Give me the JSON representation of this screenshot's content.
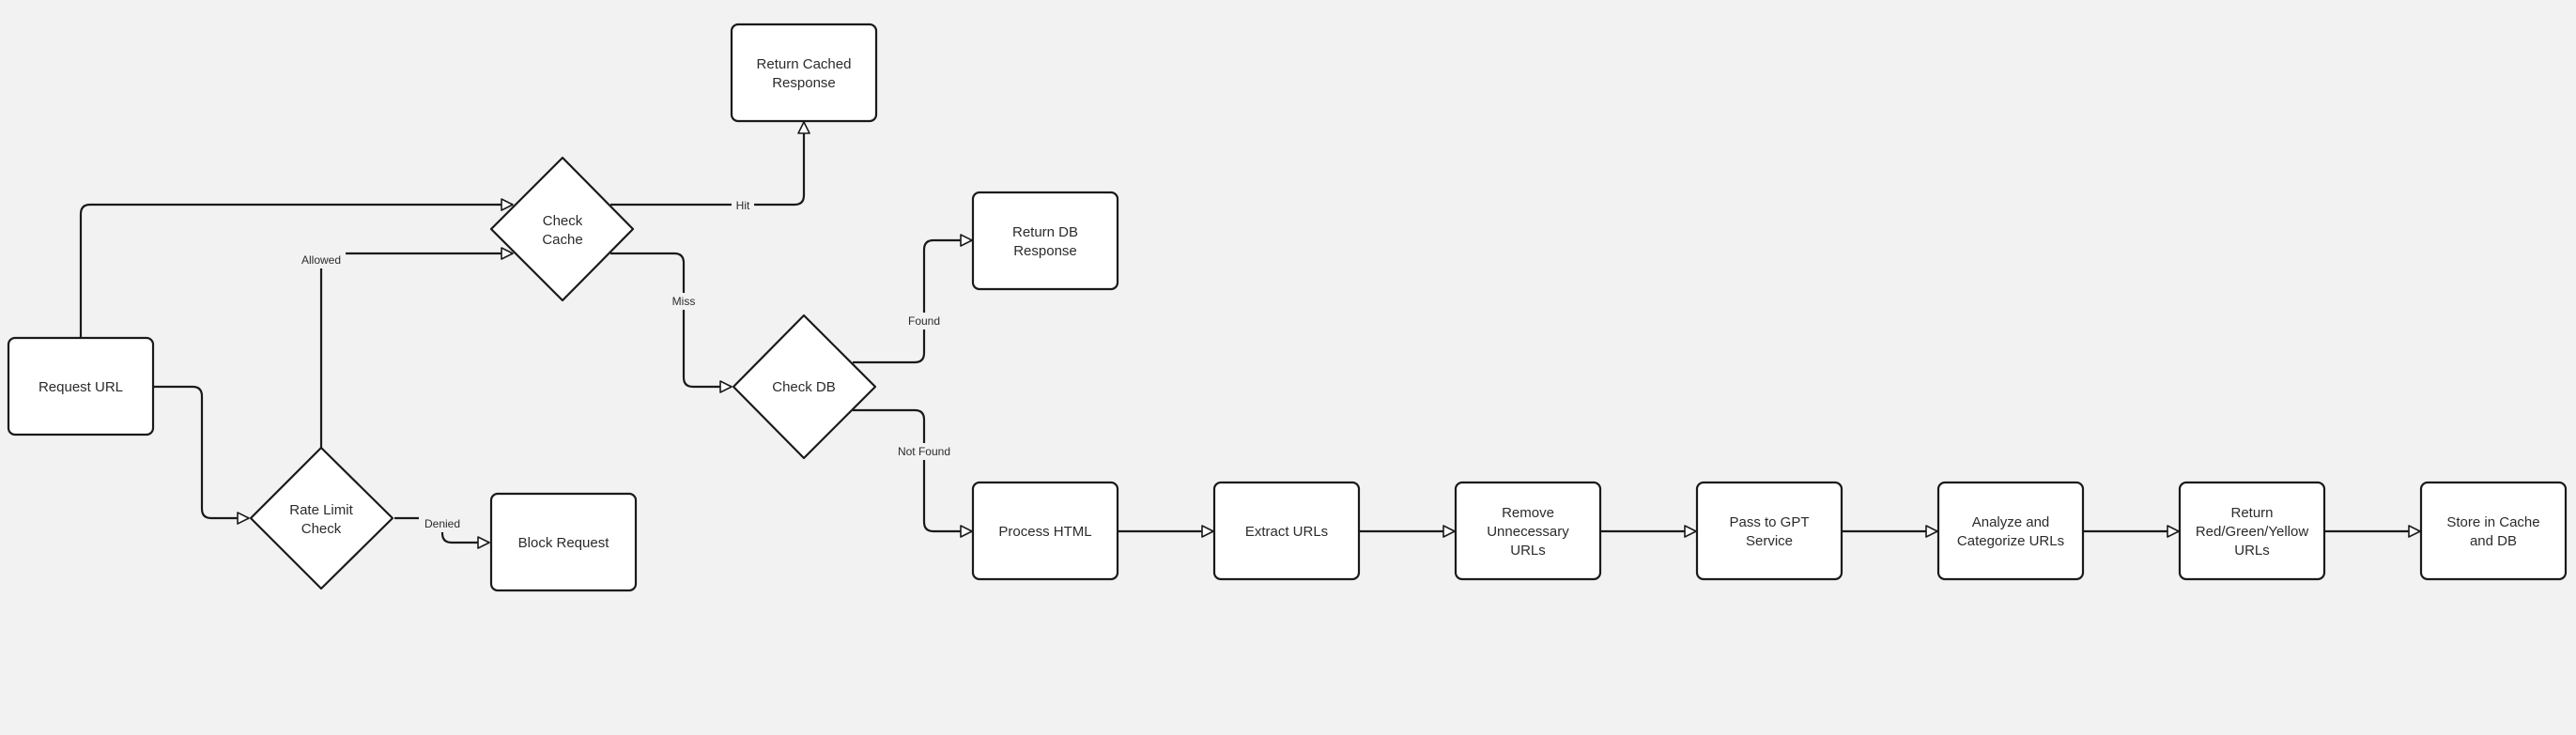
{
  "colors": {
    "background": "#f2f2f2",
    "node_fill": "#ffffff",
    "stroke": "#1a1a1a",
    "text": "#2b2b2b"
  },
  "nodes": {
    "request_url": [
      "Request URL"
    ],
    "rate_limit_check": [
      "Rate Limit",
      "Check"
    ],
    "block_request": [
      "Block Request"
    ],
    "check_cache": [
      "Check",
      "Cache"
    ],
    "return_cached": [
      "Return Cached",
      "Response"
    ],
    "check_db": [
      "Check DB"
    ],
    "return_db": [
      "Return DB",
      "Response"
    ],
    "process_html": [
      "Process HTML"
    ],
    "extract_urls": [
      "Extract URLs"
    ],
    "remove_urls": [
      "Remove",
      "Unnecessary",
      "URLs"
    ],
    "pass_gpt": [
      "Pass to GPT",
      "Service"
    ],
    "analyze_urls": [
      "Analyze and",
      "Categorize URLs"
    ],
    "return_colors": [
      "Return",
      "Red/Green/Yellow",
      "URLs"
    ],
    "store_cache_db": [
      "Store in Cache",
      "and DB"
    ]
  },
  "edge_labels": {
    "allowed": "Allowed",
    "denied": "Denied",
    "hit": "Hit",
    "miss": "Miss",
    "found": "Found",
    "not_found": "Not Found"
  }
}
